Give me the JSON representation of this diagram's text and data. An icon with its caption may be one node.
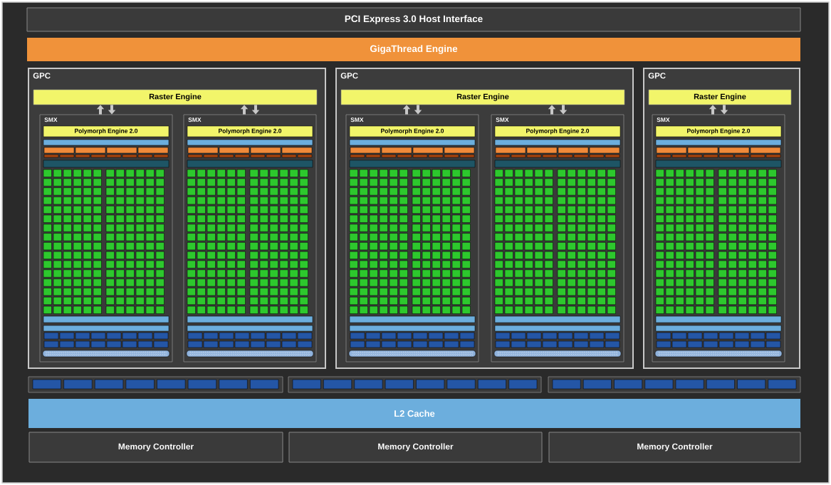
{
  "diagram": {
    "nodes": [
      {
        "text": [
          "PCI Express 3.0 Host Interface"
        ]
      },
      {
        "text": [
          "GigaThread Engine"
        ]
      },
      {
        "text": [
          "GPC"
        ]
      },
      {
        "text": [
          "Raster Engine"
        ],
        "in": 2
      },
      {
        "text": [
          "SMX"
        ],
        "in": 2
      },
      {
        "text": [
          "Polymorph Engine 2.0"
        ],
        "in": 4
      },
      {
        "text": [
          "SMX"
        ],
        "in": 2
      },
      {
        "text": [
          "Polymorph Engine 2.0"
        ],
        "in": 6
      },
      {
        "text": [
          "GPC"
        ]
      },
      {
        "text": [
          "Raster Engine"
        ],
        "in": 8
      },
      {
        "text": [
          "SMX"
        ],
        "in": 8
      },
      {
        "text": [
          "Polymorph Engine 2.0"
        ],
        "in": 10
      },
      {
        "text": [
          "SMX"
        ],
        "in": 8
      },
      {
        "text": [
          "Polymorph Engine 2.0"
        ],
        "in": 12
      },
      {
        "text": [
          "GPC"
        ]
      },
      {
        "text": [
          "Raster Engine"
        ],
        "in": 14
      },
      {
        "text": [
          "SMX"
        ],
        "in": 14
      },
      {
        "text": [
          "Polymorph Engine 2.0"
        ],
        "in": 16
      },
      {
        "text": [
          "L2 Cache"
        ]
      },
      {
        "text": [
          "Memory Controller"
        ]
      },
      {
        "text": [
          "Memory Controller"
        ]
      },
      {
        "text": [
          "Memory Controller"
        ]
      }
    ],
    "edges": [
      {
        "from": 4,
        "to": 3,
        "arrow": "to"
      },
      {
        "from": 3,
        "to": 4,
        "arrow": "to"
      },
      {
        "from": 6,
        "to": 3,
        "arrow": "to"
      },
      {
        "from": 3,
        "to": 6,
        "arrow": "to"
      },
      {
        "from": 10,
        "to": 9,
        "arrow": "to"
      },
      {
        "from": 9,
        "to": 10,
        "arrow": "to"
      },
      {
        "from": 12,
        "to": 9,
        "arrow": "to"
      },
      {
        "from": 9,
        "to": 12,
        "arrow": "to"
      },
      {
        "from": 16,
        "to": 15,
        "arrow": "to"
      },
      {
        "from": 15,
        "to": 16,
        "arrow": "to"
      }
    ]
  }
}
